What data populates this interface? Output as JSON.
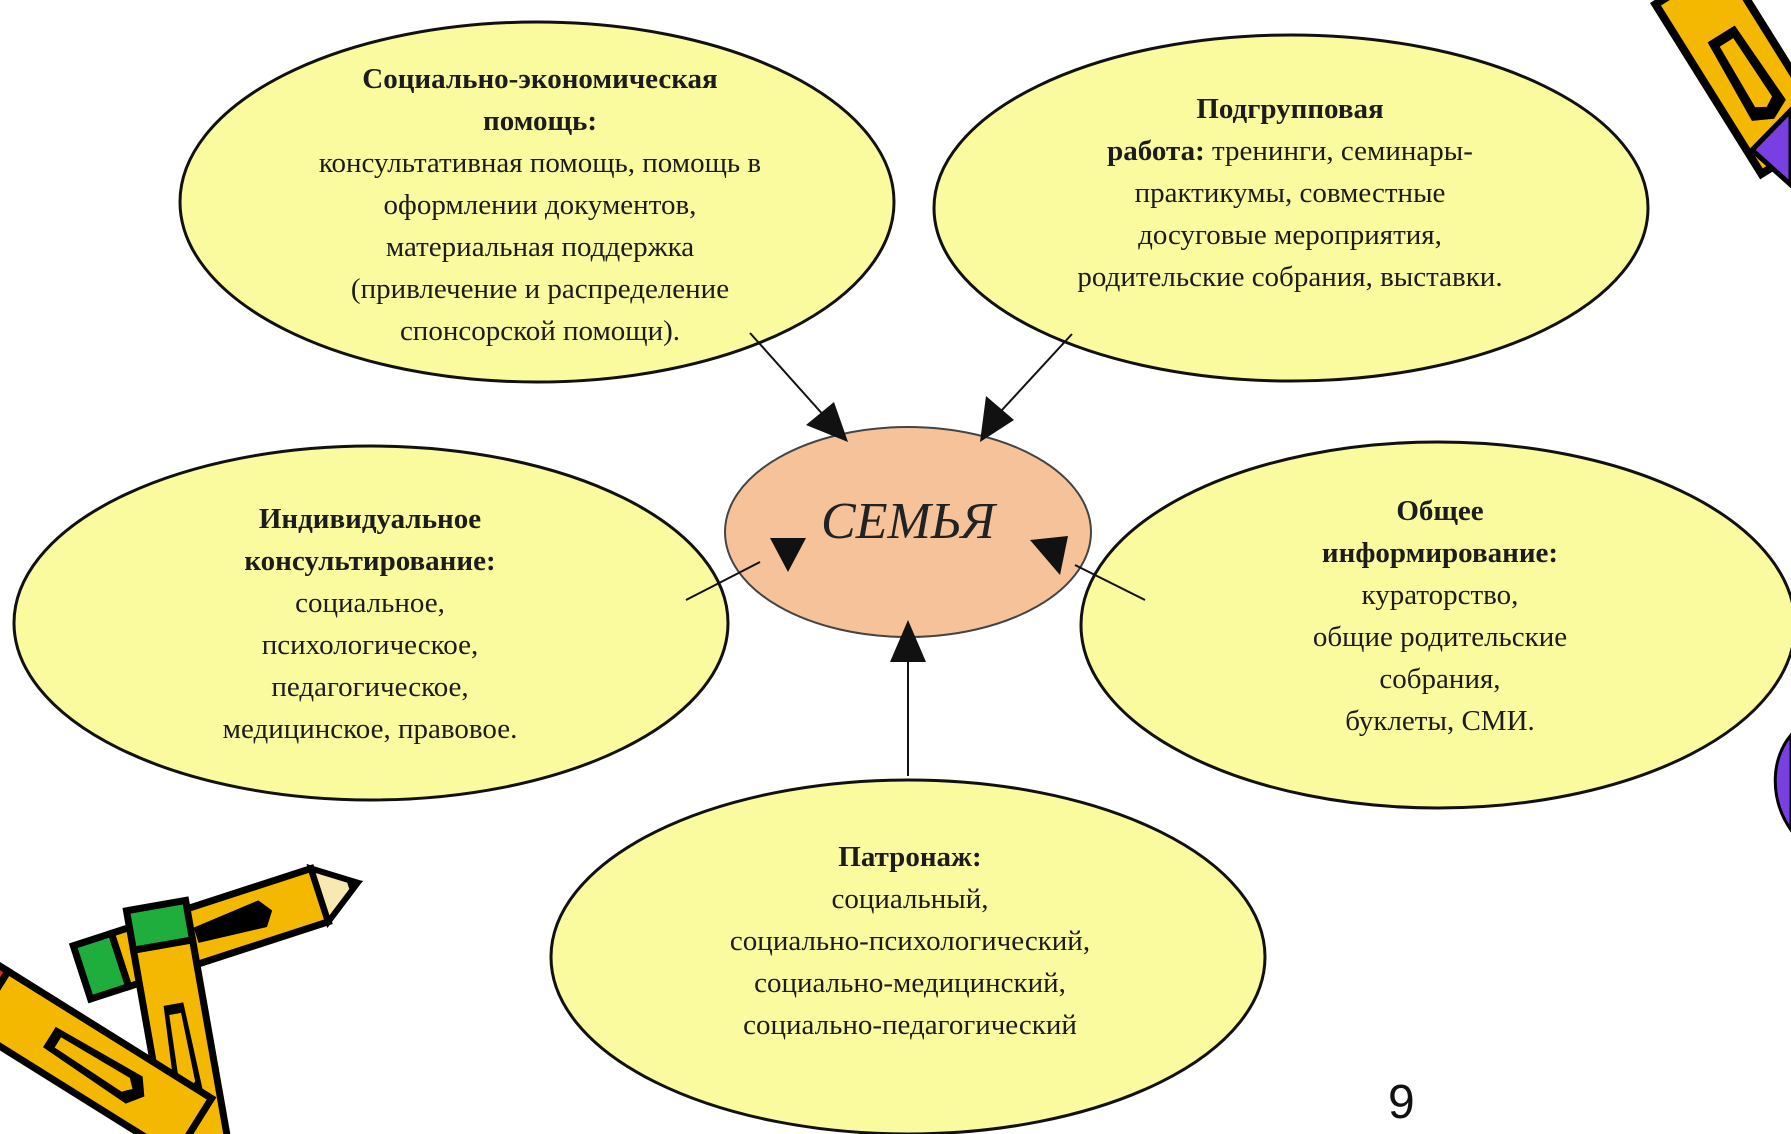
{
  "center": {
    "label": "СЕМЬЯ"
  },
  "nodes": {
    "socioeconomic": {
      "title_lines": [
        "Социально-экономическая",
        "помощь:"
      ],
      "body_lines": [
        "консультативная помощь, помощь в",
        "оформлении документов,",
        "материальная поддержка",
        "(привлечение и распределение",
        "спонсорской помощи)."
      ]
    },
    "subgroup": {
      "title_lines": [
        "Подгрупповая"
      ],
      "title_inline": "работа:",
      "first_body": " тренинги, семинары-",
      "body_lines": [
        "практикумы, совместные",
        "досуговые мероприятия,",
        "родительские собрания, выставки."
      ]
    },
    "individual": {
      "title_lines": [
        "Индивидуальное",
        "консультирование:"
      ],
      "body_lines": [
        "социальное,",
        "психологическое,",
        "педагогическое,",
        "медицинское, правовое."
      ]
    },
    "general": {
      "title_lines": [
        "Общее",
        "информирование:"
      ],
      "body_lines": [
        "кураторство,",
        "общие родительские",
        "собрания,",
        "буклеты, СМИ."
      ]
    },
    "patronage": {
      "title_lines": [
        "Патронаж:"
      ],
      "body_lines": [
        "социальный,",
        "социально-психологический,",
        "социально-медицинский,",
        "социально-педагогический"
      ]
    }
  },
  "page_number": "9",
  "colors": {
    "ellipse_fill": "#fafa9e",
    "center_fill": "#f6c29a",
    "stroke": "#111111",
    "pencil_body": "#f5b800",
    "pencil_eraser_green": "#1fae3c",
    "pencil_eraser_red": "#e8281c",
    "pencil_accent_purple": "#7a3fe0"
  },
  "icons": [
    "pencils-clipart-icon",
    "pencil-corner-icon"
  ]
}
